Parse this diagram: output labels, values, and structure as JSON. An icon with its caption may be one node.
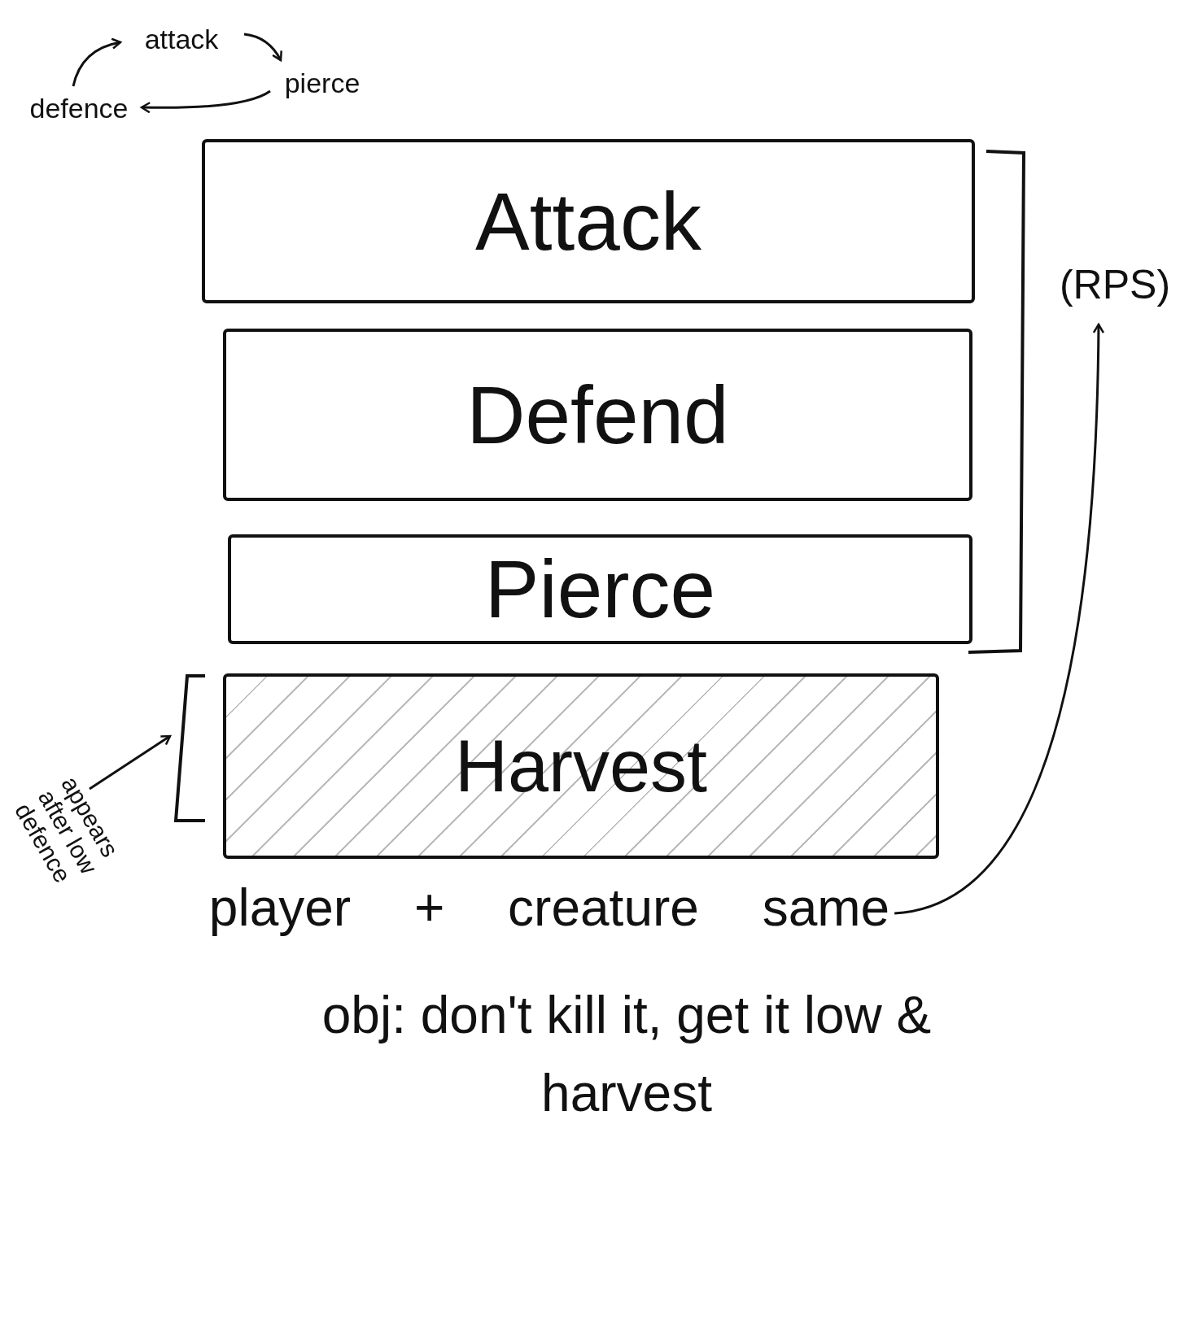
{
  "diagram": {
    "nodes": [
      {
        "text": [
          "attack"
        ]
      },
      {
        "text": [
          "pierce"
        ]
      },
      {
        "text": [
          "defence"
        ]
      },
      {
        "text": [
          "Attack"
        ]
      },
      {
        "text": [
          "(RPS)"
        ]
      },
      {
        "text": [
          "Defend"
        ]
      },
      {
        "text": [
          "Pierce"
        ]
      },
      {
        "text": [
          "appears after low defence"
        ]
      },
      {
        "text": [
          "Harvest"
        ]
      },
      {
        "text": [
          "player + creature same"
        ]
      }
    ],
    "edges": [
      {
        "from": 0,
        "to": 1,
        "arrow": "to"
      },
      {
        "from": 1,
        "to": 2,
        "arrow": "to"
      },
      {
        "from": 2,
        "to": 0,
        "arrow": "to"
      },
      {
        "from": 7,
        "to": 8,
        "arrow": "to"
      },
      {
        "from": 9,
        "to": 4,
        "arrow": "to"
      }
    ],
    "labels": [
      "obj: don't kill it, get it low & harvest"
    ]
  }
}
